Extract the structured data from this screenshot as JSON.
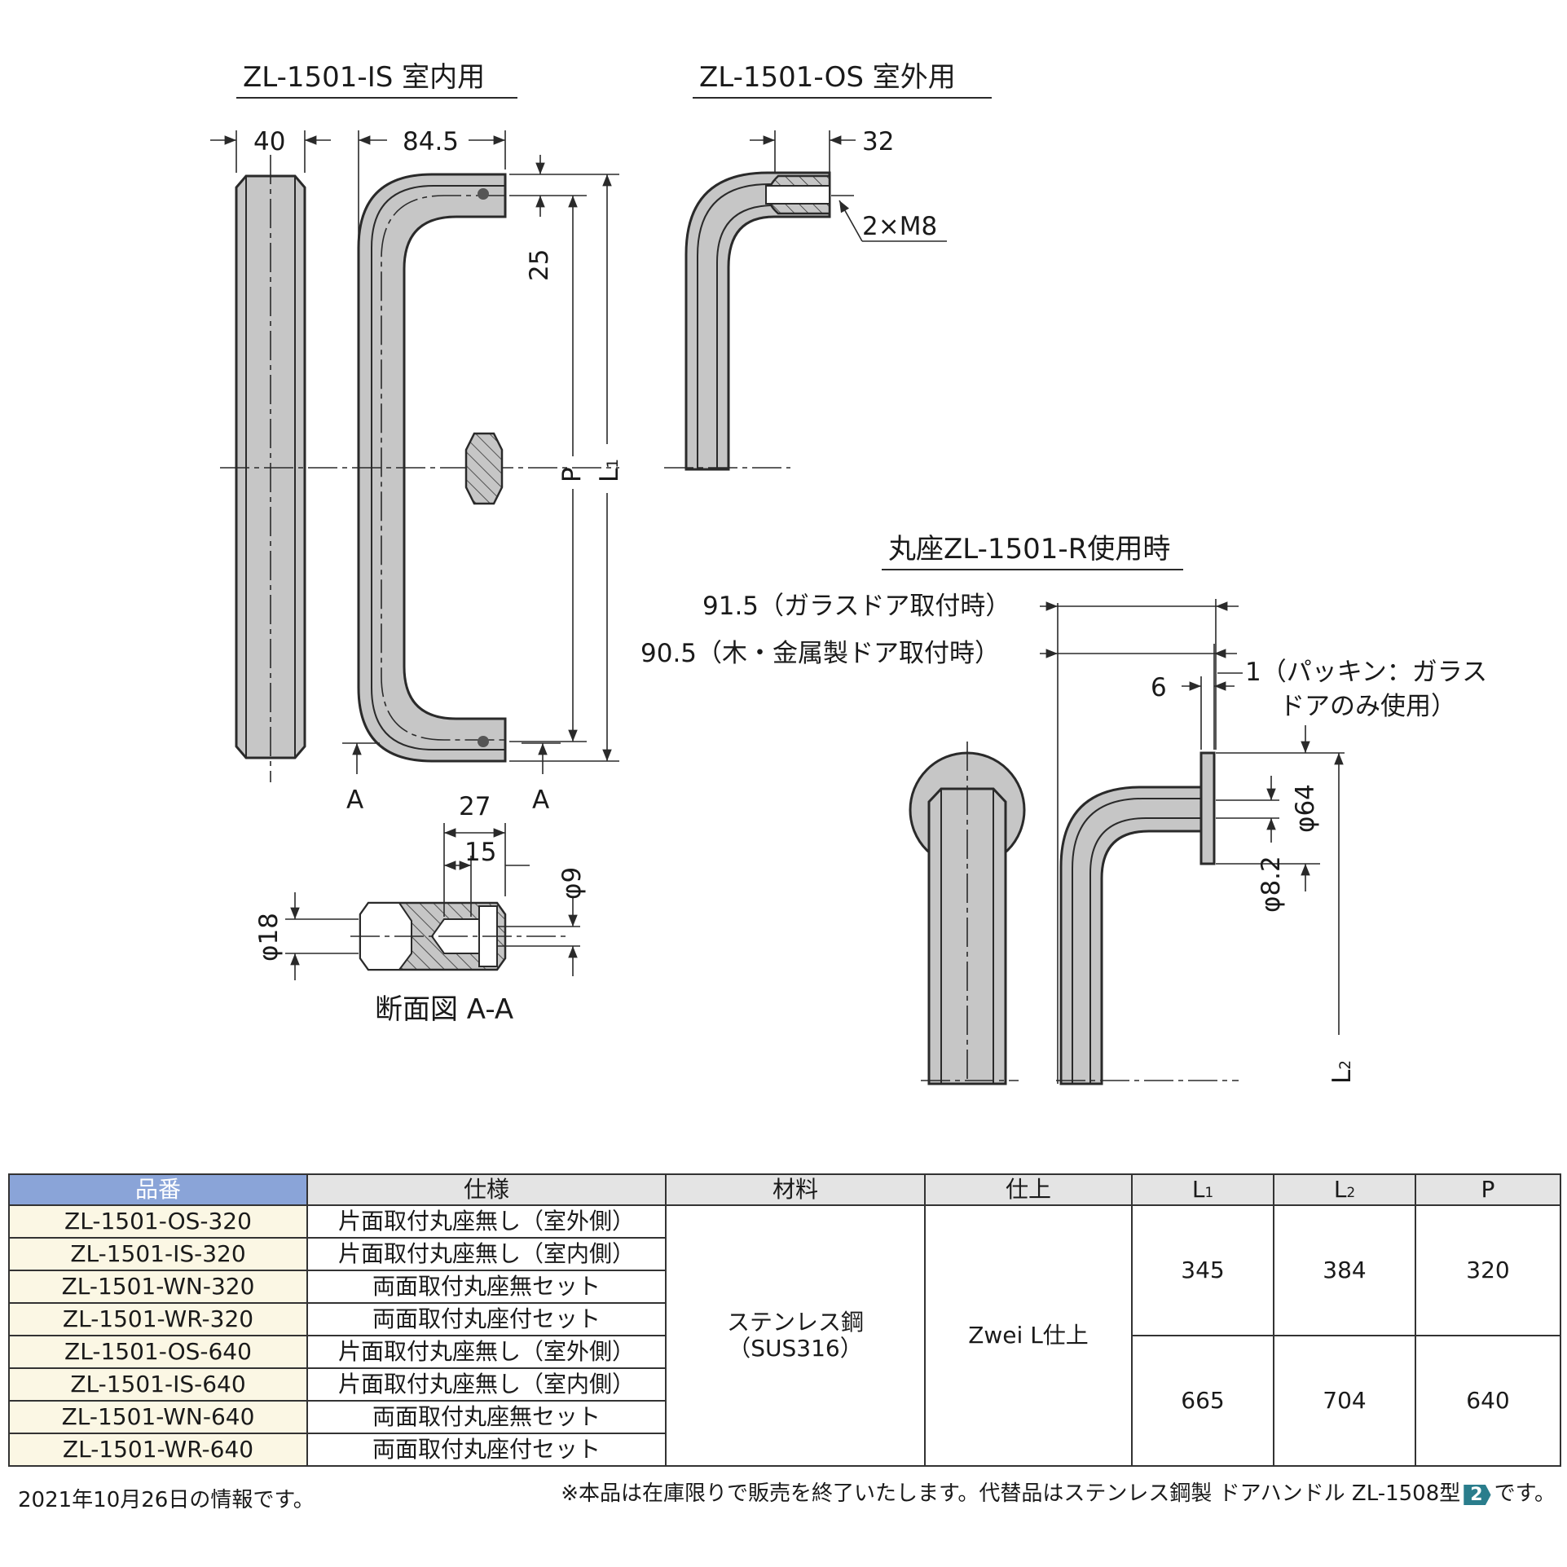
{
  "drawing": {
    "title_is": "ZL-1501-IS 室内用",
    "title_os": "ZL-1501-OS 室外用",
    "title_round": "丸座ZL-1501-R使用時",
    "section_title": "断面図 A-A",
    "dims": {
      "w40": "40",
      "w84": "84.5",
      "d25": "25",
      "p_label": "P",
      "l1_label": "L",
      "l1_sub": "1",
      "a_left": "A",
      "a_right": "A",
      "w32": "32",
      "thread": "2×M8",
      "d27": "27",
      "d15": "15",
      "phi9": "φ9",
      "phi18": "φ18",
      "glass": "91.5（ガラスドア取付時）",
      "wood": "90.5（木・金属製ドア取付時）",
      "gap6": "6",
      "packing1": "1（パッキン：ガラス",
      "packing2": "ドアのみ使用）",
      "phi64": "φ64",
      "phi82": "φ8.2",
      "l2_label": "L",
      "l2_sub": "2"
    }
  },
  "table": {
    "headers": {
      "part": "品番",
      "spec": "仕様",
      "material": "材料",
      "finish": "仕上",
      "l1": "L",
      "l1_sub": "1",
      "l2": "L",
      "l2_sub": "2",
      "p": "P"
    },
    "rows": [
      {
        "part": "ZL-1501-OS-320",
        "spec": "片面取付丸座無し（室外側）"
      },
      {
        "part": "ZL-1501-IS-320",
        "spec": "片面取付丸座無し（室内側）"
      },
      {
        "part": "ZL-1501-WN-320",
        "spec": "両面取付丸座無セット"
      },
      {
        "part": "ZL-1501-WR-320",
        "spec": "両面取付丸座付セット"
      },
      {
        "part": "ZL-1501-OS-640",
        "spec": "片面取付丸座無し（室外側）"
      },
      {
        "part": "ZL-1501-IS-640",
        "spec": "片面取付丸座無し（室内側）"
      },
      {
        "part": "ZL-1501-WN-640",
        "spec": "両面取付丸座無セット"
      },
      {
        "part": "ZL-1501-WR-640",
        "spec": "両面取付丸座付セット"
      }
    ],
    "material_line1": "ステンレス鋼",
    "material_line2": "（SUS316）",
    "finish": "Zwei L仕上",
    "group320": {
      "l1": "345",
      "l2": "384",
      "p": "320"
    },
    "group640": {
      "l1": "665",
      "l2": "704",
      "p": "640"
    }
  },
  "footer": {
    "date_note": "2021年10月26日の情報です。",
    "notice": "※本品は在庫限りで販売を終了いたします。代替品はステンレス鋼製 ドアハンドル ZL-1508型",
    "badge": "2",
    "notice_end": "です。"
  },
  "colors": {
    "header_key": "#8aa4d8",
    "header": "#e4e4e4",
    "part_cell": "#fbf7e4",
    "metal": "#c6c6c6",
    "badge": "#2a7d8c"
  }
}
